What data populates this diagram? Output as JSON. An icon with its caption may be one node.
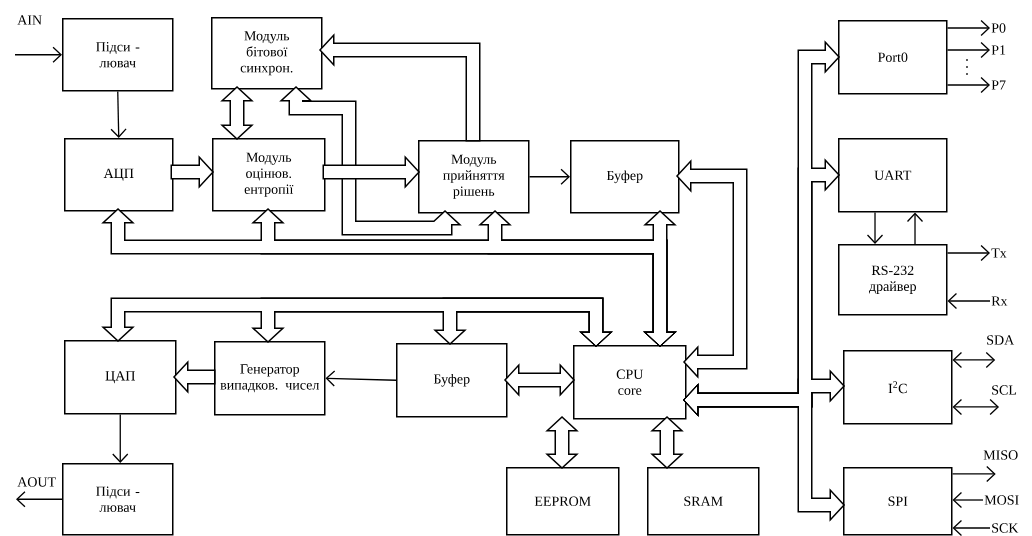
{
  "diagram": {
    "nodes": [
      {
        "text": [
          "Підси - лювач"
        ]
      },
      {
        "text": [
          "Модуль бітової синхрон."
        ]
      },
      {
        "text": [
          "АЦП"
        ]
      },
      {
        "text": [
          "Модуль оцінюв. ентропії"
        ]
      },
      {
        "text": [
          "Модуль прийняття рішень"
        ]
      },
      {
        "text": [
          "Буфер"
        ]
      },
      {
        "text": [
          "Port0"
        ]
      },
      {
        "text": [
          "UART"
        ]
      },
      {
        "text": [
          "RS-232 драйвер"
        ]
      },
      {
        "text": [
          "ЦАП"
        ]
      },
      {
        "text": [
          "Генератор випадков. чисел"
        ]
      },
      {
        "text": [
          "Буфер"
        ]
      },
      {
        "text": [
          "CPU core"
        ]
      },
      {
        "text": [
          "I$^{2}$C"
        ]
      },
      {
        "text": [
          "EEPROM"
        ]
      },
      {
        "text": [
          "SRAM"
        ]
      },
      {
        "text": [
          "SPI"
        ]
      },
      {
        "text": [
          "Підси - лювач"
        ]
      },
      {
        "text": [
          "P0"
        ]
      },
      {
        "text": [
          "P1"
        ]
      },
      {
        "text": [
          "P7"
        ]
      },
      {
        "text": [
          "Tx"
        ]
      },
      {
        "text": [
          "Rx"
        ]
      },
      {
        "text": [
          "MOSI"
        ]
      },
      {
        "text": [
          "SCK"
        ]
      },
      {
        "text": [
          "AOUT"
        ]
      },
      {
        "text": [
          "SDA"
        ]
      },
      {
        "text": [
          "SCL"
        ]
      },
      {
        "text": [
          "MISO"
        ]
      }
    ],
    "edges": [
      {
        "from": null,
        "to": 0,
        "arrow": "to"
      },
      {
        "from": 0,
        "to": 2,
        "arrow": "to"
      },
      {
        "from": 2,
        "to": 3,
        "arrow": "to",
        "style": "thick"
      },
      {
        "from": 3,
        "to": 4,
        "arrow": "to",
        "style": "thick"
      },
      {
        "from": 4,
        "to": 1,
        "arrow": "to",
        "style": "thick"
      },
      {
        "from": 1,
        "to": 3,
        "arrow": "both",
        "style": "thick"
      },
      {
        "from": 4,
        "to": 1,
        "arrow": "both",
        "style": "thick"
      },
      {
        "from": 4,
        "to": 5,
        "arrow": "to"
      },
      {
        "from": 12,
        "to": 5,
        "arrow": "both",
        "style": "thick"
      },
      {
        "from": 12,
        "to": 2,
        "arrow": "both",
        "style": "thick"
      },
      {
        "from": 12,
        "to": 3,
        "arrow": "both",
        "style": "thick"
      },
      {
        "from": 12,
        "to": 4,
        "arrow": "both",
        "style": "thick"
      },
      {
        "from": 12,
        "to": 5,
        "arrow": "both",
        "style": "thick"
      },
      {
        "from": 12,
        "to": 9,
        "arrow": "both",
        "style": "thick"
      },
      {
        "from": 12,
        "to": 10,
        "arrow": "both",
        "style": "thick"
      },
      {
        "from": 12,
        "to": 11,
        "arrow": "both",
        "style": "thick"
      },
      {
        "from": 11,
        "to": 12,
        "arrow": "both",
        "style": "thick"
      },
      {
        "from": 11,
        "to": 10,
        "arrow": "to"
      },
      {
        "from": 10,
        "to": 9,
        "arrow": "to",
        "style": "thick"
      },
      {
        "from": 9,
        "to": 17,
        "arrow": "to"
      },
      {
        "from": 17,
        "to": 25,
        "arrow": "to"
      },
      {
        "from": 12,
        "to": 14,
        "arrow": "both",
        "style": "thick"
      },
      {
        "from": 12,
        "to": 15,
        "arrow": "both",
        "style": "thick"
      },
      {
        "from": 12,
        "to": 6,
        "arrow": "both",
        "style": "thick"
      },
      {
        "from": 12,
        "to": 7,
        "arrow": "both",
        "style": "thick"
      },
      {
        "from": 12,
        "to": 13,
        "arrow": "both",
        "style": "thick"
      },
      {
        "from": 12,
        "to": 16,
        "arrow": "both",
        "style": "thick"
      },
      {
        "from": 6,
        "to": 18,
        "arrow": "to"
      },
      {
        "from": 6,
        "to": 19,
        "arrow": "to"
      },
      {
        "from": 6,
        "to": 20,
        "arrow": "to"
      },
      {
        "from": 7,
        "to": 8,
        "arrow": "to"
      },
      {
        "from": 8,
        "to": 7,
        "arrow": "to"
      },
      {
        "from": 8,
        "to": 21,
        "arrow": "to"
      },
      {
        "from": 22,
        "to": 8,
        "arrow": "to"
      },
      {
        "from": 13,
        "to": 26,
        "arrow": "both"
      },
      {
        "from": 13,
        "to": 27,
        "arrow": "both"
      },
      {
        "from": 16,
        "to": 28,
        "arrow": "to"
      },
      {
        "from": 23,
        "to": 16,
        "arrow": "to"
      },
      {
        "from": 24,
        "to": 16,
        "arrow": "to"
      }
    ],
    "labels": [
      "AIN"
    ]
  }
}
